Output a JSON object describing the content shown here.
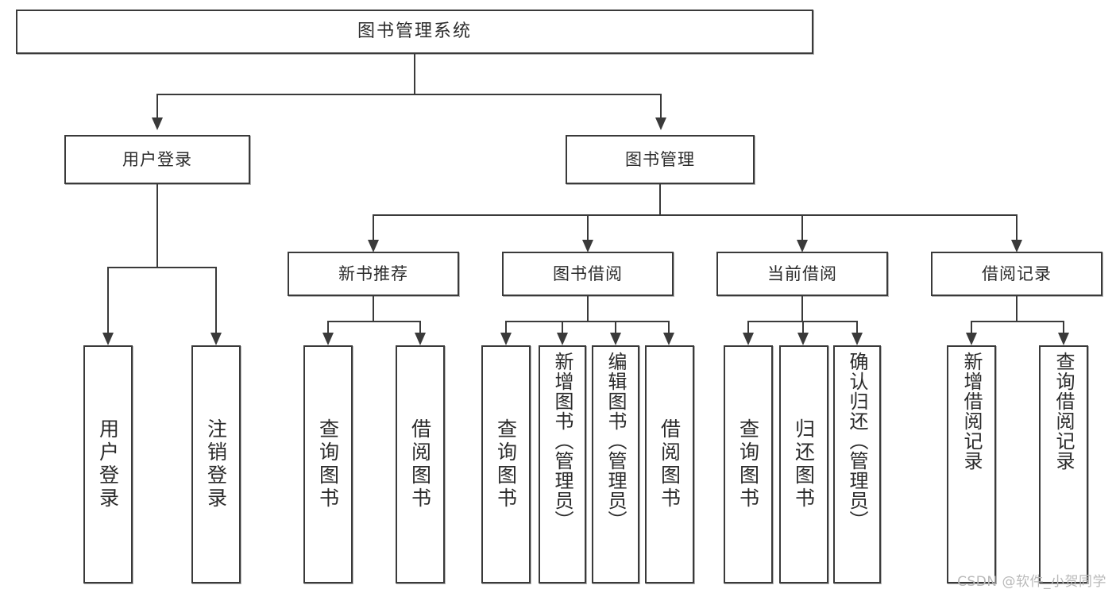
{
  "diagram": {
    "title": "图书管理系统",
    "type": "functional-structure-tree",
    "root": {
      "label": "图书管理系统"
    },
    "level1": [
      {
        "id": "user-login",
        "label": "用户登录"
      },
      {
        "id": "book-manage",
        "label": "图书管理"
      }
    ],
    "level2": [
      {
        "id": "new-book-recommend",
        "label": "新书推荐",
        "parent": "book-manage"
      },
      {
        "id": "book-borrow",
        "label": "图书借阅",
        "parent": "book-manage"
      },
      {
        "id": "current-borrow",
        "label": "当前借阅",
        "parent": "book-manage"
      },
      {
        "id": "borrow-record",
        "label": "借阅记录",
        "parent": "book-manage"
      }
    ],
    "leaves": {
      "user-login": [
        {
          "id": "leaf-user-login",
          "label": "用户登录"
        },
        {
          "id": "leaf-user-logout",
          "label": "注销登录"
        }
      ],
      "new-book-recommend": [
        {
          "id": "leaf-query-book-1",
          "label": "查询图书"
        },
        {
          "id": "leaf-borrow-book-1",
          "label": "借阅图书"
        }
      ],
      "book-borrow": [
        {
          "id": "leaf-query-book-2",
          "label": "查询图书"
        },
        {
          "id": "leaf-add-book",
          "label": "新增图书（管理员）"
        },
        {
          "id": "leaf-edit-book",
          "label": "编辑图书（管理员）"
        },
        {
          "id": "leaf-borrow-book-2",
          "label": "借阅图书"
        }
      ],
      "current-borrow": [
        {
          "id": "leaf-query-book-3",
          "label": "查询图书"
        },
        {
          "id": "leaf-return-book",
          "label": "归还图书"
        },
        {
          "id": "leaf-confirm-return",
          "label": "确认归还（管理员）"
        }
      ],
      "borrow-record": [
        {
          "id": "leaf-add-record",
          "label": "新增借阅记录"
        },
        {
          "id": "leaf-query-record",
          "label": "查询借阅记录"
        }
      ]
    }
  },
  "watermark": {
    "text": "CSDN @软件_小贺同学"
  },
  "colors": {
    "stroke": "#3a3a3a",
    "fill": "#ffffff",
    "text": "#2b2b2b",
    "watermark": "#b9b9b9",
    "background": "#ffffff"
  }
}
